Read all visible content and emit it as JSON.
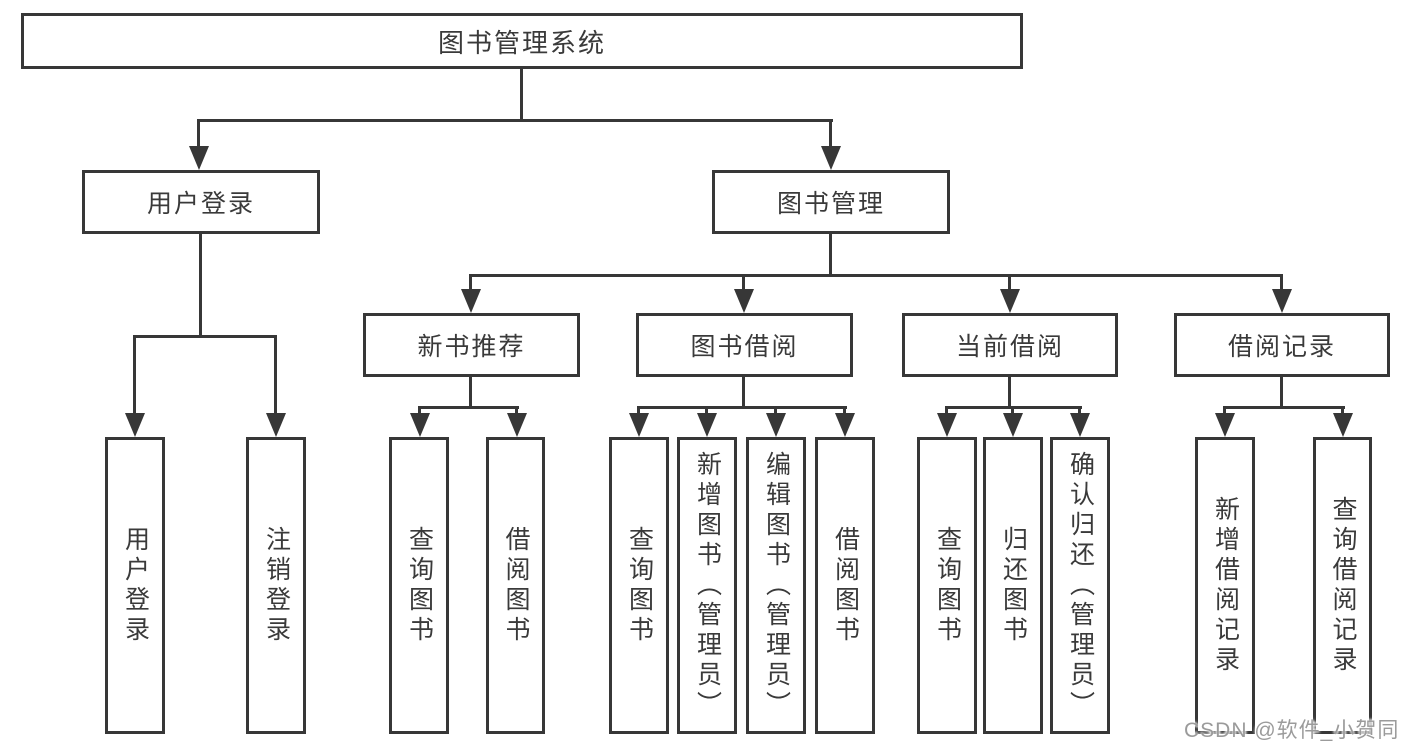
{
  "colors": {
    "line": "#373737",
    "text": "#3a3a3a",
    "watermark": "#9b9b9b",
    "bg": "#ffffff"
  },
  "tree": {
    "root": {
      "label": "图书管理系统",
      "children": [
        {
          "label": "用户登录",
          "children": [
            {
              "label": "用户登录"
            },
            {
              "label": "注销登录"
            }
          ]
        },
        {
          "label": "图书管理",
          "children": [
            {
              "label": "新书推荐",
              "children": [
                {
                  "label": "查询图书"
                },
                {
                  "label": "借阅图书"
                }
              ]
            },
            {
              "label": "图书借阅",
              "children": [
                {
                  "label": "查询图书"
                },
                {
                  "label": "新增图书（管理员）"
                },
                {
                  "label": "编辑图书（管理员）"
                },
                {
                  "label": "借阅图书"
                }
              ]
            },
            {
              "label": "当前借阅",
              "children": [
                {
                  "label": "查询图书"
                },
                {
                  "label": "归还图书"
                },
                {
                  "label": "确认归还（管理员）"
                }
              ]
            },
            {
              "label": "借阅记录",
              "children": [
                {
                  "label": "新增借阅记录"
                },
                {
                  "label": "查询借阅记录"
                }
              ]
            }
          ]
        }
      ]
    }
  },
  "watermark": {
    "text": "CSDN @软件_小贺同学"
  }
}
